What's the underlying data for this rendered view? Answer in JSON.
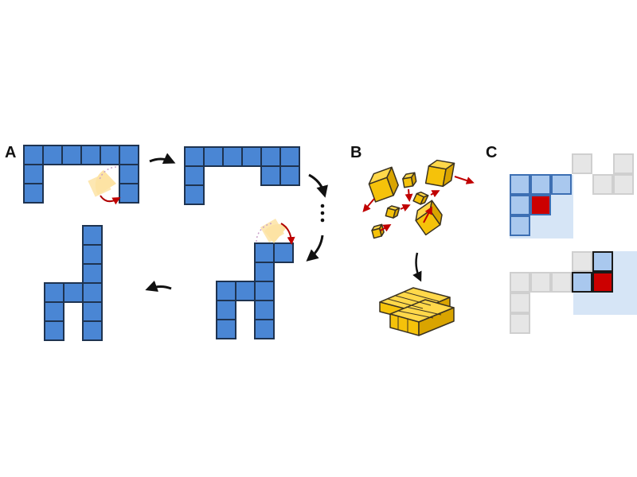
{
  "panels": {
    "a": {
      "label": "A"
    },
    "b": {
      "label": "B"
    },
    "c": {
      "label": "C"
    }
  },
  "colors": {
    "module_blue": "#4a86d4",
    "module_outline": "#1e3350",
    "pivot_highlight": "#fde3a4",
    "rotation_arrow": "#b00000",
    "cube_gold": "#f5c20a",
    "cube_gold_dark": "#d9a400",
    "cube_outline": "#3a3220",
    "force_arrow": "#c00000",
    "grid_gray": "#e6e6e6",
    "grid_gray_outline": "#cfcfcf",
    "neighborhood_blue": "#cfe0f4",
    "neighbor_cell": "#a9c8ee",
    "focus_red": "#cc0000"
  },
  "icons": {
    "step_arrow": "black-curved-arrow",
    "continuation": "vertical-ellipsis",
    "pivot_rotation": "red-curved-rotation-arrow",
    "repulsion": "red-straight-arrow"
  }
}
